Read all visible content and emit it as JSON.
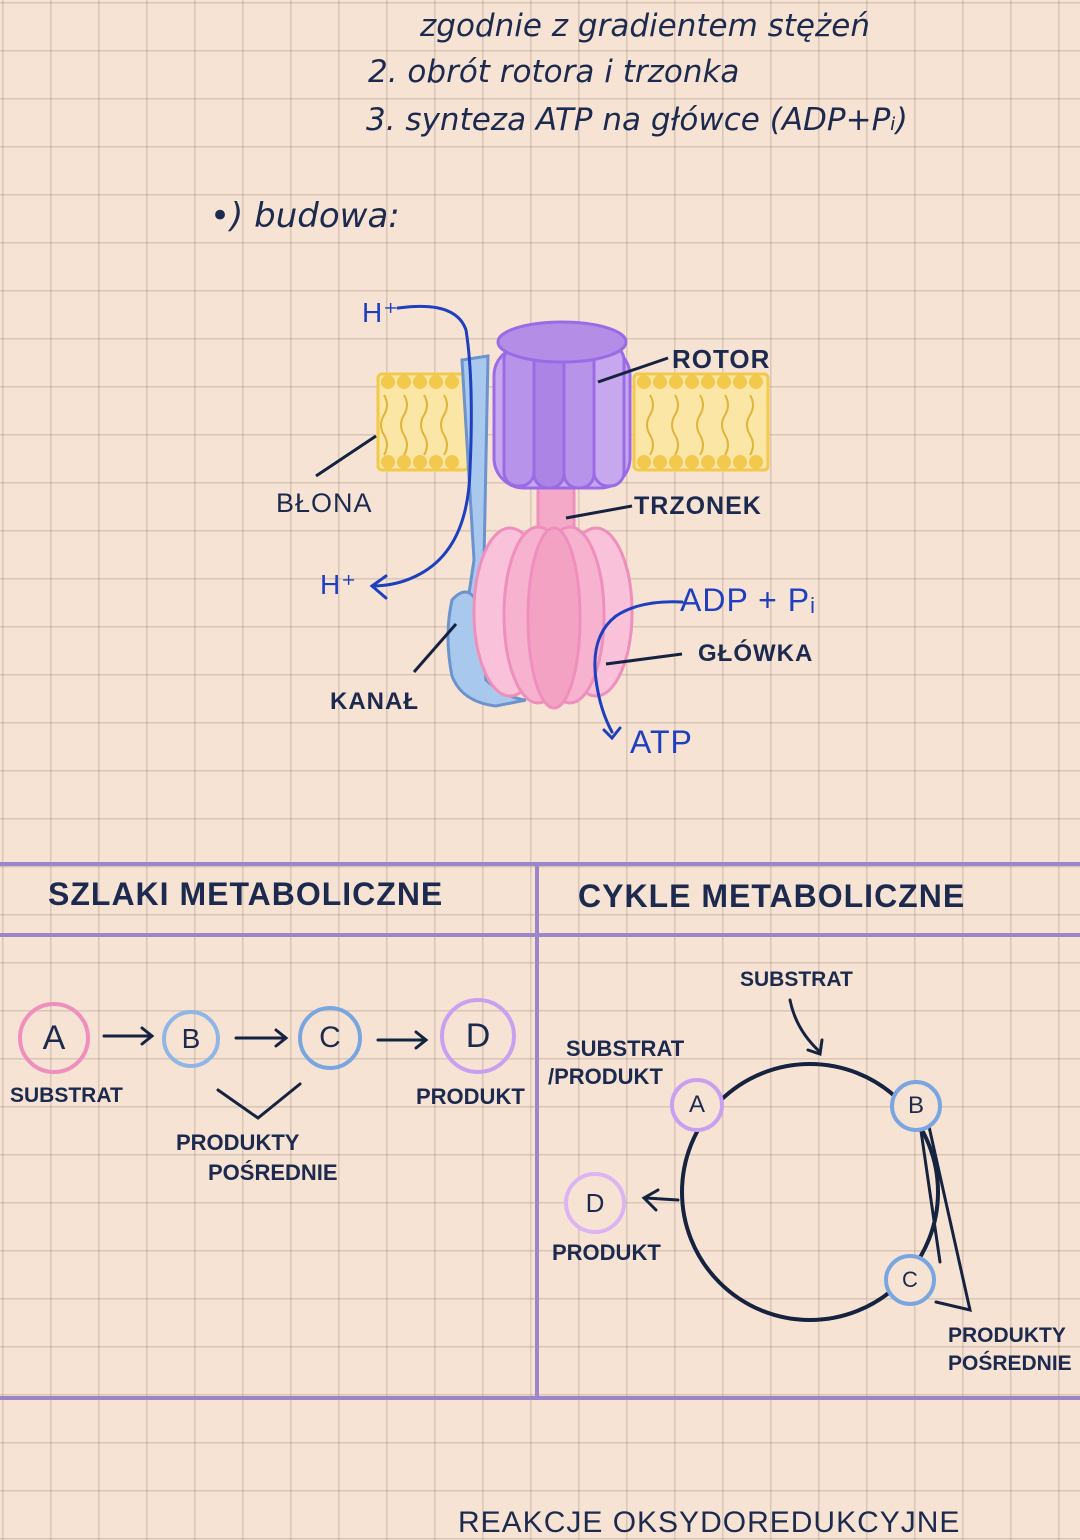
{
  "notes": {
    "line1": "zgodnie z gradientem stężeń",
    "line2": "2. obrót rotora i trzonka",
    "line3": "3. synteza ATP na główce (ADP+Pᵢ)",
    "budowa": "•) budowa:"
  },
  "diagram": {
    "h_top": "H⁺",
    "h_bottom": "H⁺",
    "rotor": "ROTOR",
    "blona": "BŁONA",
    "trzonek": "TRZONEK",
    "adp": "ADP + Pᵢ",
    "glowka": "GŁÓWKA",
    "kanal": "KANAŁ",
    "atp": "ATP"
  },
  "sections": {
    "szlaki_title": "SZLAKI METABOLICZNE",
    "cykle_title": "CYKLE METABOLICZNE"
  },
  "pathway": {
    "nodes": [
      "A",
      "B",
      "C",
      "D"
    ],
    "substrat": "SUBSTRAT",
    "produkt": "PRODUKT",
    "posrednie_1": "PRODUKTY",
    "posrednie_2": "POŚREDNIE"
  },
  "cycle": {
    "substrat_top": "SUBSTRAT",
    "substrat_produkt_1": "SUBSTRAT",
    "substrat_produkt_2": "/PRODUKT",
    "produkt": "PRODUKT",
    "posrednie_1": "PRODUKTY",
    "posrednie_2": "POŚREDNIE",
    "nodes": [
      "A",
      "B",
      "C",
      "D"
    ]
  },
  "footer": {
    "cut_heading": "REAKCJE OKSYDOREDUKCYJNE"
  },
  "colors": {
    "background": "#f6e3d3",
    "navy": "#1c2a4f",
    "blue": "#1e3fbf",
    "divider": "#9a86c8",
    "pink": "#ef8fbd",
    "purple": "#b58de8",
    "light_blue": "#8fb6e6",
    "lipid": "#f2c94c"
  }
}
